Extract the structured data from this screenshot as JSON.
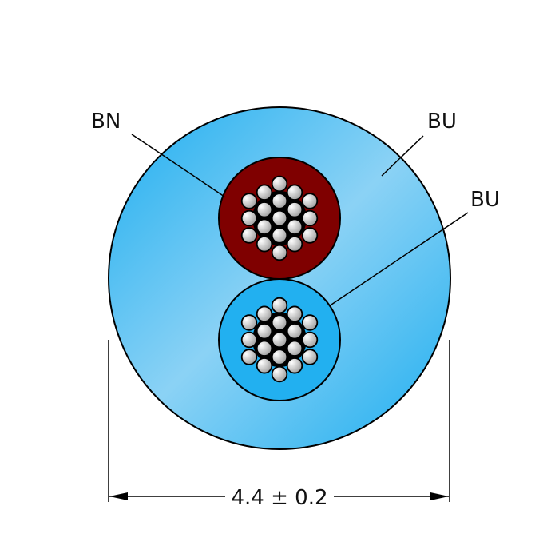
{
  "labels": {
    "conductor_1": "BN",
    "jacket": "BU",
    "conductor_2": "BU"
  },
  "dimension": "4.4 ± 0.2",
  "colors": {
    "jacket_dark": "#1eaef0",
    "jacket_light": "#8bd2f5",
    "conductor_1_insulation": "#7f0000",
    "conductor_2_insulation": "#22b0f0",
    "strand": "#d0d0d0"
  },
  "strands_per_conductor": 19
}
